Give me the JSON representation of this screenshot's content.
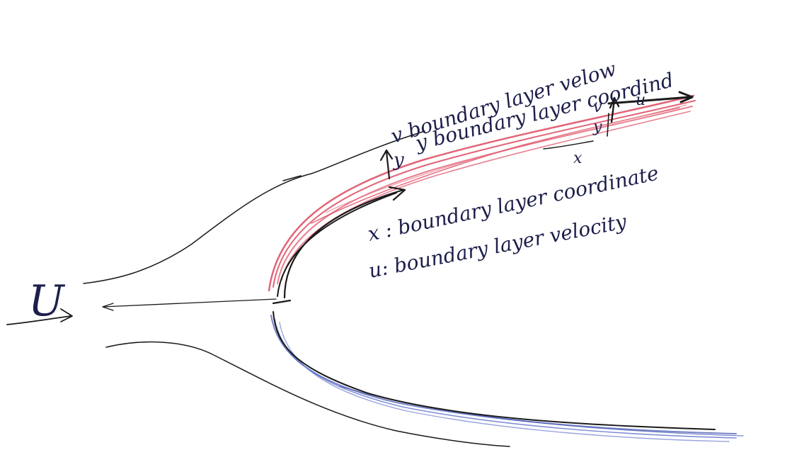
{
  "colors": {
    "ink": "#1a1a1a",
    "text_ink": "#1c1f4a",
    "upper_boundary_layer": "#d8304a",
    "lower_boundary_layer": "#3b4fb0",
    "paper": "#ffffff"
  },
  "labels": {
    "freestream": "U",
    "v_line": "v boundary layer velow",
    "y_line": "y boundary layer coordind",
    "x_line": "x : boundary layer coordinate",
    "u_line": "u: boundary layer velocity",
    "local_v": "v",
    "local_u": "u",
    "local_y": "y",
    "local_x": "x",
    "y_arrow": "y"
  }
}
